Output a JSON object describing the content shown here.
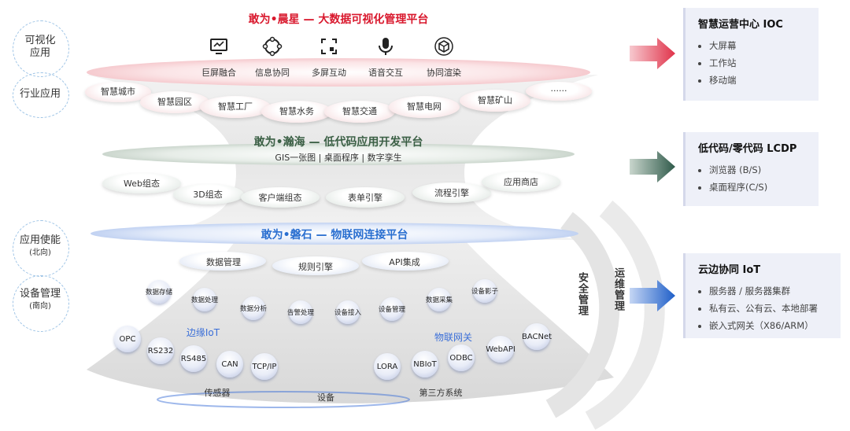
{
  "side_labels": {
    "visualize": {
      "line1": "可视化",
      "line2": "应用"
    },
    "industry": "行业应用",
    "app_enable": {
      "main": "应用使能",
      "sub": "(北向)"
    },
    "device_mgmt": {
      "main": "设备管理",
      "sub": "(南向)"
    }
  },
  "platform_top": {
    "title": "敢为•晨星 — 大数据可视化管理平台",
    "features": [
      {
        "label": "巨屏融合",
        "icon": "monitor-icon"
      },
      {
        "label": "信息协同",
        "icon": "network-icon"
      },
      {
        "label": "多屏互动",
        "icon": "multi-screen-icon"
      },
      {
        "label": "语音交互",
        "icon": "microphone-icon"
      },
      {
        "label": "协同渲染",
        "icon": "cube-icon"
      }
    ],
    "industries": [
      "智慧城市",
      "智慧园区",
      "智慧工厂",
      "智慧水务",
      "智慧交通",
      "智慧电网",
      "智慧矿山",
      "......"
    ]
  },
  "platform_mid": {
    "title": "敢为•瀚海 — 低代码应用开发平台",
    "subtitle": "GIS一张图 | 桌面程序 | 数字孪生",
    "modules": [
      "Web组态",
      "3D组态",
      "客户端组态",
      "表单引擎",
      "流程引擎",
      "应用商店"
    ]
  },
  "platform_bottom": {
    "title": "敢为•磐石 — 物联网连接平台",
    "services": [
      "数据管理",
      "规则引擎",
      "API集成"
    ],
    "functions": [
      "数据存储",
      "数据处理",
      "数据分析",
      "告警处理",
      "设备接入",
      "设备管理",
      "数据采集",
      "设备影子"
    ],
    "edge_label": "边缘IoT",
    "gateway_label": "物联网关",
    "protocols_left": [
      "OPC",
      "RS232",
      "RS485",
      "CAN",
      "TCP/IP"
    ],
    "protocols_right": [
      "LORA",
      "NBIoT",
      "ODBC",
      "WebAPI",
      "BACNet"
    ],
    "bottom_items": [
      "传感器",
      "设备",
      "第三方系统"
    ]
  },
  "vertical_labels": {
    "security": "安全管理",
    "ops": "运维管理"
  },
  "panels": [
    {
      "title": "智慧运营中心 IOC",
      "items": [
        "大屏幕",
        "工作站",
        "移动端"
      ],
      "arrow_color": "#e0334a"
    },
    {
      "title": "低代码/零代码 LCDP",
      "items": [
        "浏览器 (B/S)",
        "桌面程序(C/S)"
      ],
      "arrow_color": "#2f5a4a"
    },
    {
      "title": "云边协同 IoT",
      "items": [
        "服务器 / 服务器集群",
        "私有云、公有云、本地部署",
        "嵌入式网关（X86/ARM）"
      ],
      "arrow_color": "#1f5fc8"
    }
  ],
  "colors": {
    "red_title": "#d9182d",
    "green_title": "#3a5f44",
    "blue_title": "#2a6fd0",
    "edge_blue": "#3b6fd8"
  }
}
